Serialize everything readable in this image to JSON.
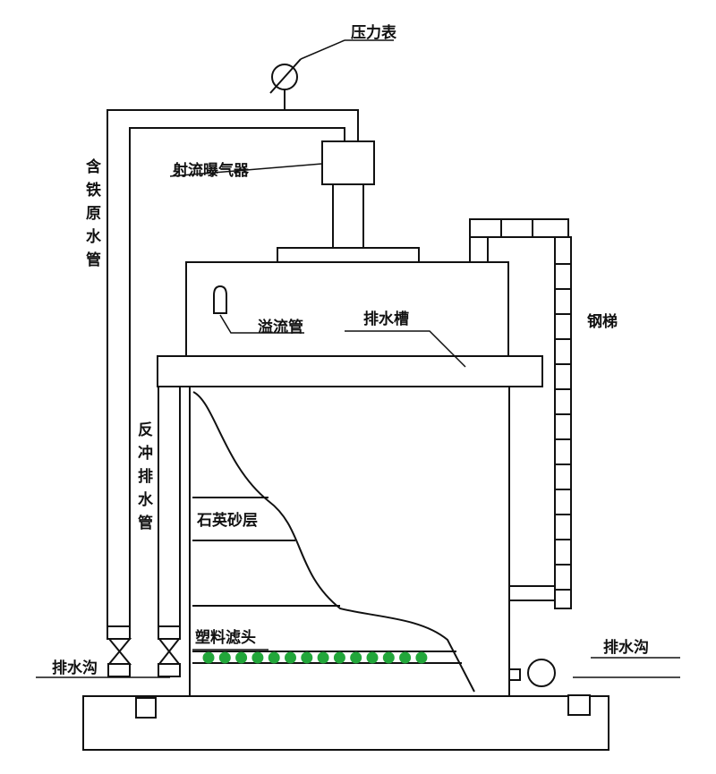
{
  "labels": {
    "pressure_gauge": "压力表",
    "jet_aerator": "射流曝气器",
    "raw_water_pipe": "含铁原水管",
    "overflow_pipe": "溢流管",
    "drain_trough": "排水槽",
    "steel_ladder": "钢梯",
    "backwash_drain_pipe": "反冲排水管",
    "quartz_sand_layer": "石英砂层",
    "plastic_filter_head": "塑料滤头",
    "drain_ditch_left": "排水沟",
    "drain_ditch_right": "排水沟"
  },
  "colors": {
    "filter_heads": "#22a63a",
    "line": "#111111"
  },
  "filter_head_count": 14
}
